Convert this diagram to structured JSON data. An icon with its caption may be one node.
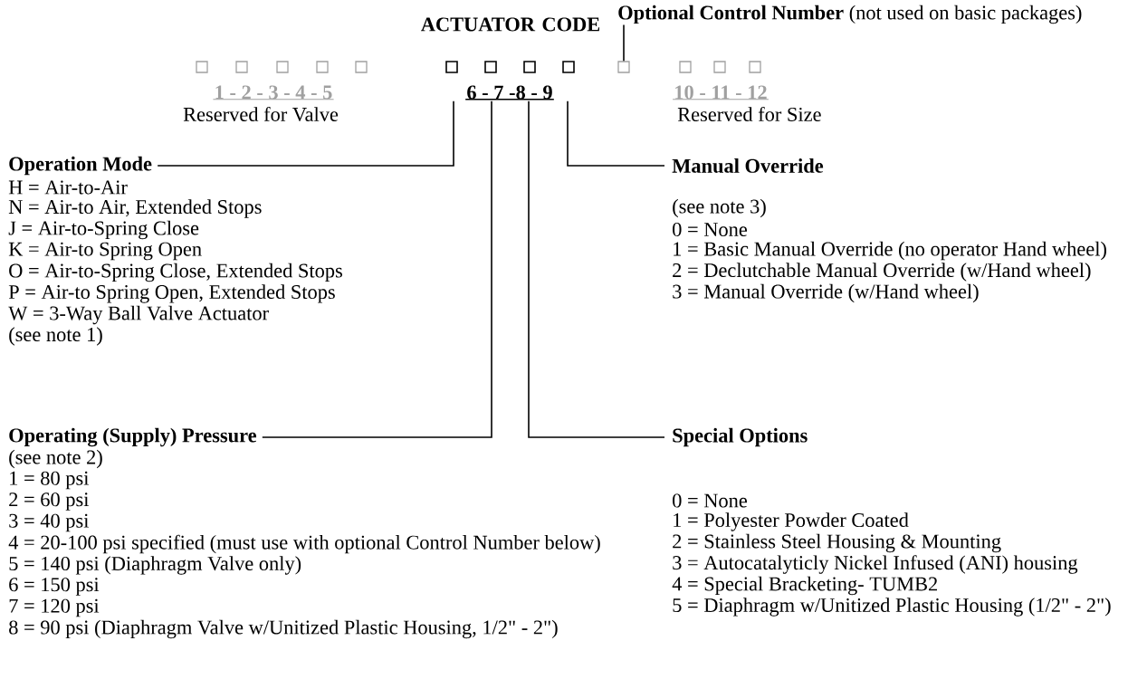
{
  "diagram": {
    "nodes": [
      {
        "text": [
          "Operation Mode"
        ],
        "beside": [
          "H = Air-to-Air",
          "N = Air-to Air, Extended Stops",
          "J  = Air-to-Spring Close",
          "K = Air-to Spring Open",
          "O = Air-to-Spring Close, Extended Stops",
          "P  = Air-to Spring Open, Extended Stops",
          "W = 3-Way Ball Valve Actuator",
          "(see note 1)"
        ]
      },
      {
        "text": [
          "Manual Override"
        ],
        "beside": [
          "(see note 3)",
          "0 = None",
          "1 = Basic Manual Override (no operator Hand wheel)",
          "2 = Declutchable Manual Override (w/Hand wheel)",
          "3 = Manual Override (w/Hand wheel)"
        ]
      },
      {
        "text": [
          "Operating (Supply) Pressure"
        ],
        "beside": [
          "(see note 2)",
          "1 = 80 psi",
          "2 = 60 psi",
          "3 = 40 psi",
          "4 = 20-100 psi specified (must use with optional Control Number below)",
          "5 = 140 psi (Diaphragm Valve only)",
          "6 = 150 psi",
          "7 = 120 psi",
          "8 = 90 psi (Diaphragm Valve w/Unitized Plastic Housing, 1/2\" - 2\")"
        ]
      },
      {
        "text": [
          "Special Options"
        ],
        "beside": [
          "0 = None",
          "1 = Polyester Powder Coated",
          "2 = Stainless Steel Housing & Mounting",
          "3 = Autocatalyticly Nickel Infused (ANI) housing",
          "4 = Special Bracketing- TUMB2",
          "5 = Diaphragm w/Unitized Plastic Housing (1/2\" - 2\")"
        ]
      },
      {
        "text": [
          "**Optional Control Number** (not used on basic packages)"
        ]
      },
      {
        "text": [],
        "shape": "box"
      },
      {
        "text": [
          "6 - 7 -8 - 9"
        ]
      }
    ],
    "edges": [
      {
        "from": 6,
        "to": 0,
        "arrow": "none"
      },
      {
        "from": 6,
        "to": 1,
        "arrow": "none"
      },
      {
        "from": 6,
        "to": 2,
        "arrow": "none"
      },
      {
        "from": 6,
        "to": 3,
        "arrow": "none"
      },
      {
        "from": 4,
        "to": 5,
        "arrow": "none"
      }
    ],
    "labels": [
      "ACTUATOR CODE",
      "1 - 2 - 3 - 4 - 5",
      "10 - 11 - 12",
      "Reserved for Valve",
      "Reserved for Size"
    ]
  }
}
